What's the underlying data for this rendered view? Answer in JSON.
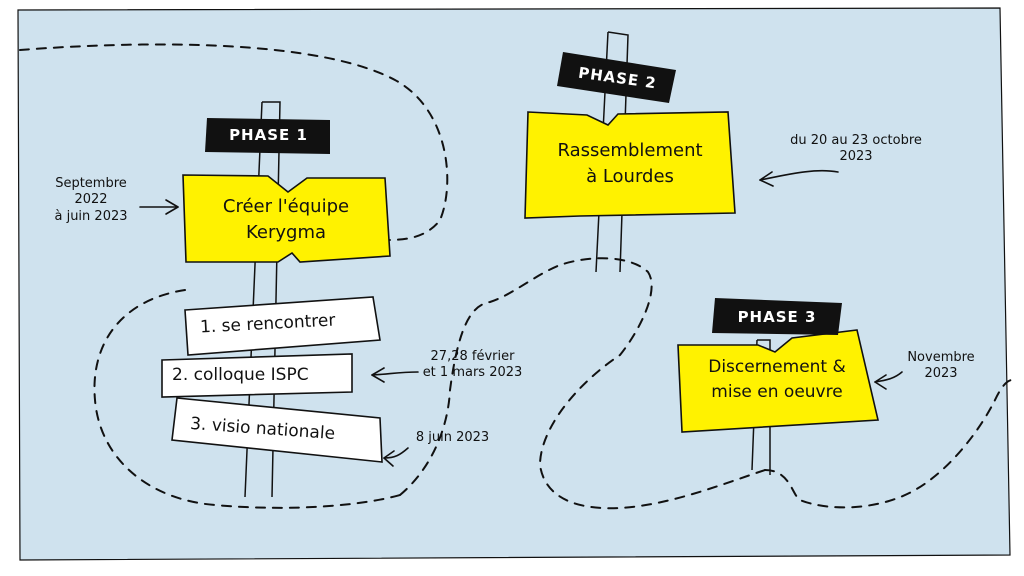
{
  "palette": {
    "background": "#cfe2ee",
    "sign_yellow": "#fff200",
    "tag_black": "#111111",
    "ink": "#111111",
    "plank_white": "#ffffff"
  },
  "phase1": {
    "tag": "PHASE 1",
    "sign_line1": "Créer l'équipe",
    "sign_line2": "Kerygma",
    "date_line1": "Septembre",
    "date_line2": "2022",
    "date_line3": "à juin 2023",
    "steps": [
      {
        "label": "1. se rencontrer"
      },
      {
        "label": "2. colloque ISPC"
      },
      {
        "label": "3. visio nationale"
      }
    ],
    "step2_date_line1": "27,28 février",
    "step2_date_line2": "et 1 mars 2023",
    "step3_date": "8 juin 2023"
  },
  "phase2": {
    "tag": "PHASE 2",
    "sign_line1": "Rassemblement",
    "sign_line2": "à Lourdes",
    "date_line1": "du 20 au 23 octobre",
    "date_line2": "2023"
  },
  "phase3": {
    "tag": "PHASE 3",
    "sign_line1": "Discernement &",
    "sign_line2": "mise en oeuvre",
    "date_line1": "Novembre",
    "date_line2": "2023"
  }
}
